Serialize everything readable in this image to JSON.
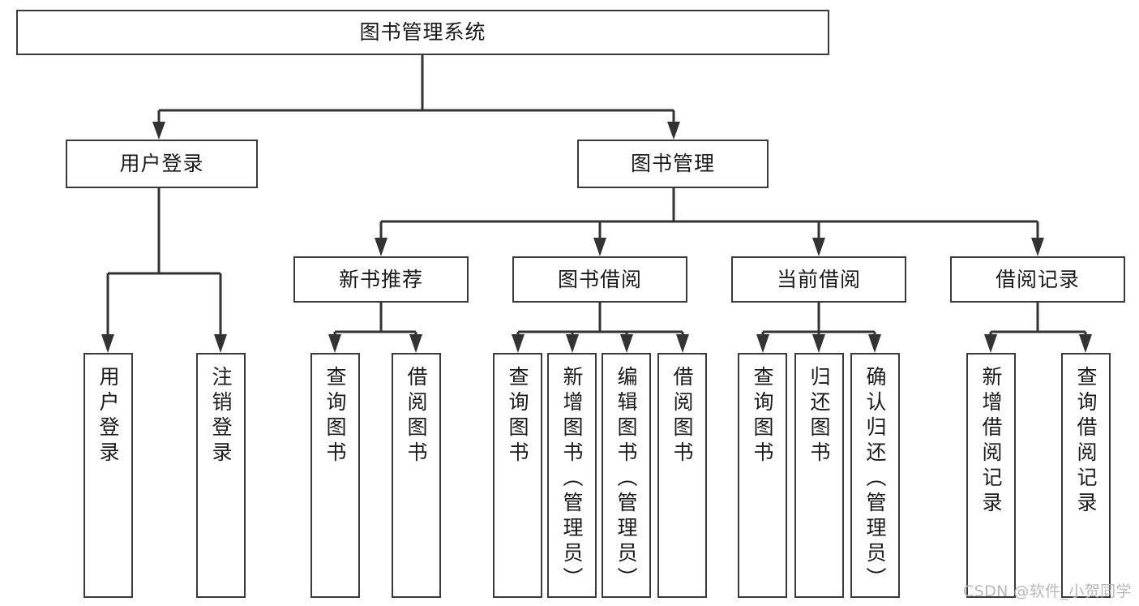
{
  "diagram": {
    "title": "图书管理系统",
    "type": "tree-hierarchy",
    "orientation": "top-down",
    "colors": {
      "box_border": "#3a3a3a",
      "box_fill": "#ffffff",
      "connector": "#333333",
      "text": "#1a1a1a",
      "watermark": "#b9b9b9",
      "canvas": "#ffffff"
    },
    "root": {
      "label": "图书管理系统"
    },
    "level1": [
      {
        "label": "用户登录"
      },
      {
        "label": "图书管理"
      }
    ],
    "level2": [
      {
        "label": "新书推荐"
      },
      {
        "label": "图书借阅"
      },
      {
        "label": "当前借阅"
      },
      {
        "label": "借阅记录"
      }
    ],
    "leaves": {
      "user_login": [
        {
          "label": "用户登录"
        },
        {
          "label": "注销登录"
        }
      ],
      "new_book_recommend": [
        {
          "label": "查询图书"
        },
        {
          "label": "借阅图书"
        }
      ],
      "book_borrow": [
        {
          "label": "查询图书"
        },
        {
          "label": "新增图书（管理员）"
        },
        {
          "label": "编辑图书（管理员）"
        },
        {
          "label": "借阅图书"
        }
      ],
      "current_borrow": [
        {
          "label": "查询图书"
        },
        {
          "label": "归还图书"
        },
        {
          "label": "确认归还（管理员）"
        }
      ],
      "borrow_record": [
        {
          "label": "新增借阅记录"
        },
        {
          "label": "查询借阅记录"
        }
      ]
    }
  },
  "watermark": {
    "text": "CSDN @软件_小贺同学"
  }
}
